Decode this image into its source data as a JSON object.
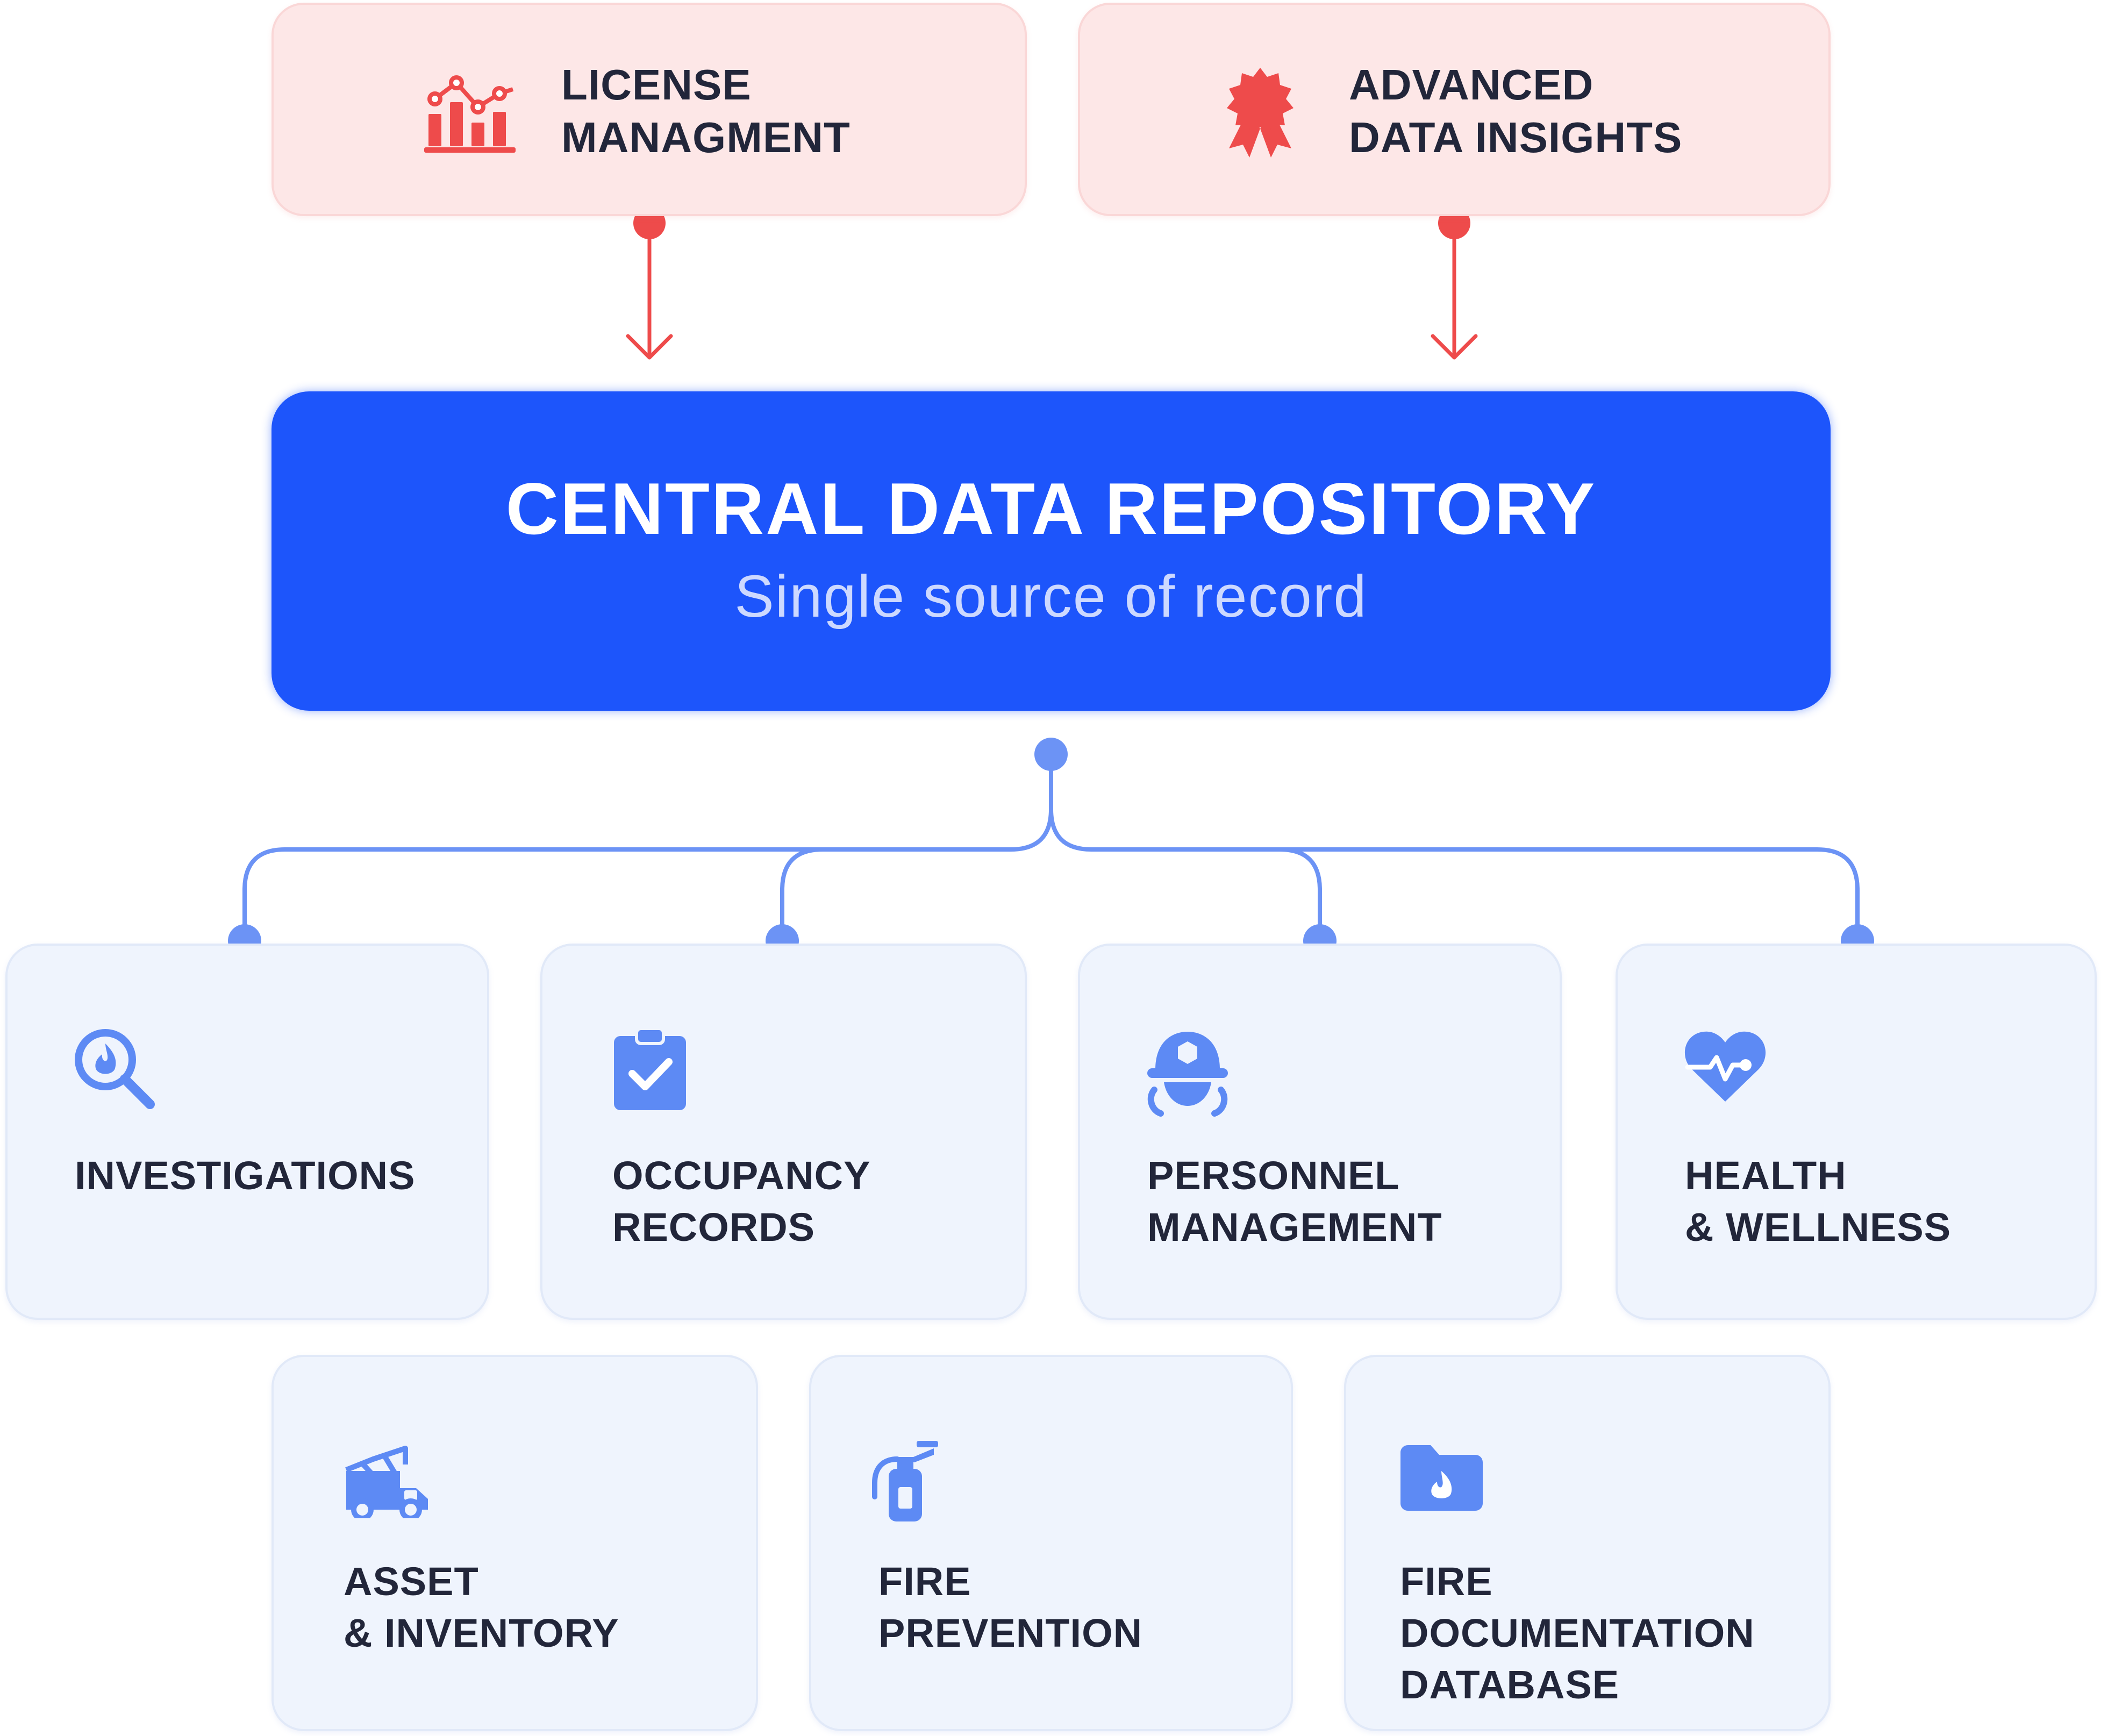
{
  "top_cards": [
    {
      "line1": "LICENSE",
      "line2": "MANAGMENT",
      "icon": "chart-icon"
    },
    {
      "line1": "ADVANCED",
      "line2": "DATA INSIGHTS",
      "icon": "award-badge-icon"
    }
  ],
  "central": {
    "title": "CENTRAL DATA REPOSITORY",
    "subtitle": "Single source of record"
  },
  "modules_row1": [
    {
      "lines": [
        "INVESTIGATIONS"
      ],
      "icon": "fire-search-icon"
    },
    {
      "lines": [
        "OCCUPANCY",
        "RECORDS"
      ],
      "icon": "clipboard-check-icon"
    },
    {
      "lines": [
        "PERSONNEL",
        "MANAGEMENT"
      ],
      "icon": "firefighter-helmet-icon"
    },
    {
      "lines": [
        "HEALTH",
        "& WELLNESS"
      ],
      "icon": "heart-pulse-icon"
    }
  ],
  "modules_row2": [
    {
      "lines": [
        "ASSET",
        "& INVENTORY"
      ],
      "icon": "fire-truck-icon"
    },
    {
      "lines": [
        "FIRE",
        "PREVENTION"
      ],
      "icon": "fire-extinguisher-icon"
    },
    {
      "lines": [
        "FIRE",
        "DOCUMENTATION",
        "DATABASE"
      ],
      "icon": "fire-folder-icon"
    }
  ],
  "colors": {
    "accent_red": "#ee4b4b",
    "central_blue": "#1d55fb",
    "connector_blue": "#6c93f5",
    "module_icon_blue": "#5d8af4",
    "title_dark": "#22263a"
  }
}
